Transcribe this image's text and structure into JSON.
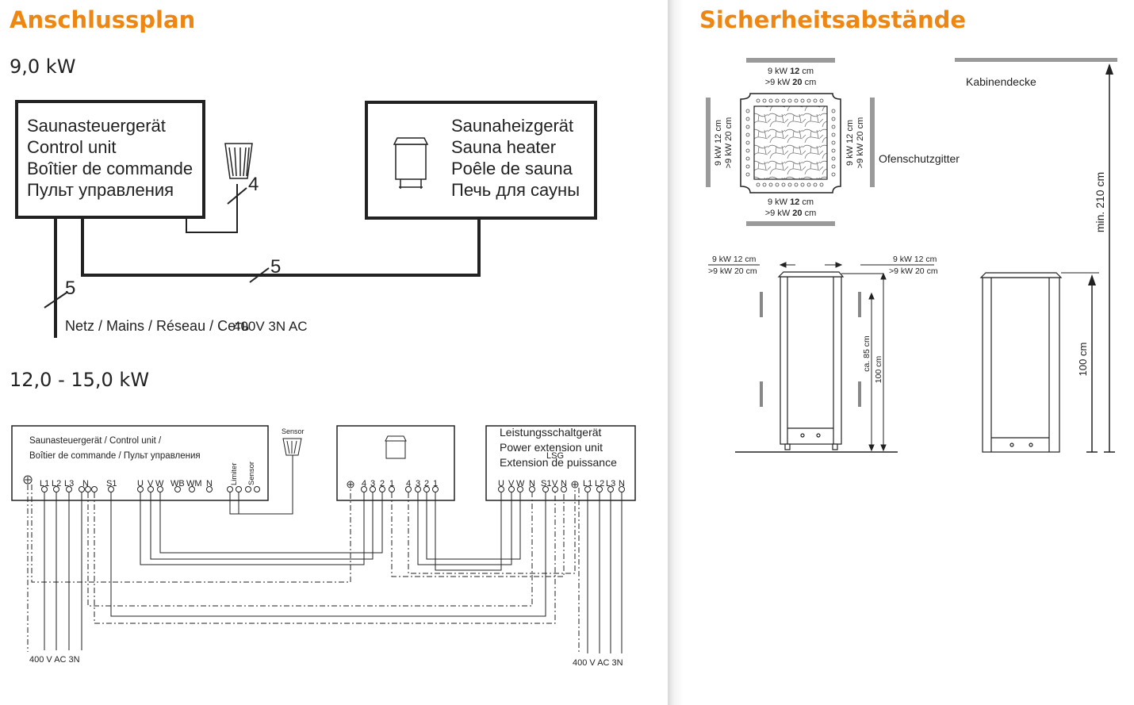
{
  "left_page": {
    "title": "Anschlussplan",
    "section_a": {
      "heading": "9,0 kW",
      "control_unit_lines": [
        "Saunasteuergerät",
        "Control unit",
        "Boîtier de commande",
        "Пульт управления"
      ],
      "heater_lines": [
        "Saunaheizgerät",
        "Sauna heater",
        "Poêle de sauna",
        "Печь для сауны"
      ],
      "sensor_cable_count": "4",
      "heater_cable_count": "5",
      "mains_cable_count": "5",
      "mains_label": "Netz / Mains / Réseau / Сеть",
      "voltage_label": "400V 3N AC"
    },
    "section_b": {
      "heading": "12,0 - 15,0 kW",
      "control_unit_lines": [
        "Saunasteuergerät / Control unit /",
        "Boîtier de commande / Пульт управления"
      ],
      "control_terminals": [
        "L1",
        "L2",
        "L3",
        "N",
        "S1",
        "U",
        "V",
        "W",
        "WB",
        "WM",
        "N"
      ],
      "limiter_label": "Limiter",
      "sensor_terminal_label": "Sensor",
      "sensor_label": "Sensor",
      "heater_terminals_left": [
        "4",
        "3",
        "2",
        "1"
      ],
      "heater_terminals_right": [
        "4",
        "3",
        "2",
        "1"
      ],
      "lsg_lines": [
        "Leistungsschaltgerät",
        "Power extension unit",
        "Extension de puissance"
      ],
      "lsg_tag": "LSG",
      "lsg_terminals": [
        "U",
        "V",
        "W",
        "N",
        "S1",
        "V",
        "N",
        "L1",
        "L2",
        "L3",
        "N"
      ],
      "supply_label_left": "400 V AC 3N",
      "supply_label_right": "400 V AC 3N"
    }
  },
  "right_page": {
    "title": "Sicherheitsabstände",
    "top_clearance": {
      "line1_prefix": "9 kW ",
      "line1_value": "12",
      "line1_unit": " cm",
      "line2_prefix": ">9 kW ",
      "line2_value": "20",
      "line2_unit": " cm"
    },
    "bottom_clearance": {
      "line1_prefix": "9 kW ",
      "line1_value": "12",
      "line1_unit": " cm",
      "line2_prefix": ">9 kW ",
      "line2_value": "20",
      "line2_unit": " cm"
    },
    "left_clearance": {
      "line1": "9 kW 12 cm",
      "line2": ">9 kW 20 cm"
    },
    "right_clearance": {
      "line1": "9 kW 12 cm",
      "line2": ">9 kW 20 cm"
    },
    "guard_label": "Ofenschutzgitter",
    "ceiling_label": "Kabinendecke",
    "ceiling_height": "min. 210 cm",
    "side_left_clearance": {
      "line1": "9 kW 12 cm",
      "line2": ">9 kW 20 cm"
    },
    "side_right_clearance": {
      "line1": "9 kW 12 cm",
      "line2": ">9 kW 20 cm"
    },
    "sensor_height_1": "ca. 85 cm",
    "sensor_height_2": "100 cm",
    "heater_height": "100 cm"
  },
  "colors": {
    "accent": "#ee8612",
    "line": "#222222",
    "gutter": "#d9d9d9"
  }
}
